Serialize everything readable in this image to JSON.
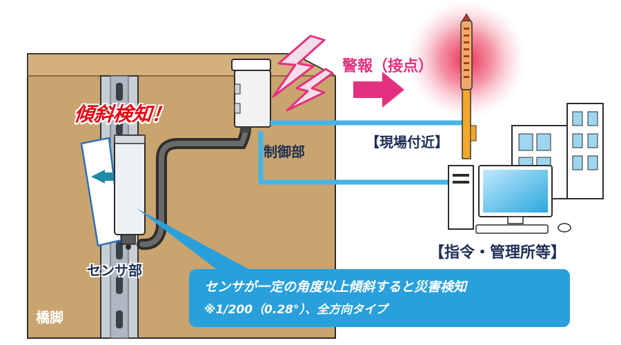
{
  "labels": {
    "tilt_detect": "傾斜検知！",
    "alarm": "警報（接点）",
    "site_nearby": "【現場付近】",
    "controller": "制御部",
    "command_office": "【指令・管理所等】",
    "sensor": "センサ部",
    "pier": "橋脚"
  },
  "callout": {
    "line1": "センサが一定の角度以上傾斜すると災害検知",
    "line2": "※1/200（0.28°）、全方向タイプ"
  },
  "colors": {
    "pier_fill": "#c9a46e",
    "cable": "#46b5e6",
    "callout": "#29a0db",
    "alarm_arrow": "#e4317f",
    "text_red": "#e60012",
    "text_navy": "#1d2f55"
  }
}
